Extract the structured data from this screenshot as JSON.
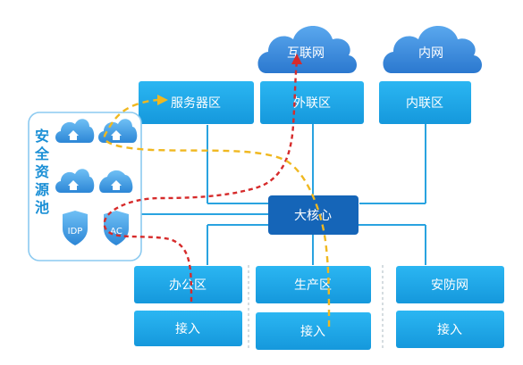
{
  "internet": "互联网",
  "intranet": "内网",
  "server_zone": "服务器区",
  "external_zone": "外联区",
  "internal_zone": "内联区",
  "core": "大核心",
  "office_zone": "办公区",
  "production_zone": "生产区",
  "security_zone": "安防网",
  "access_1": "接入",
  "access_2": "接入",
  "access_3": "接入",
  "pool_title": [
    "安",
    "全",
    "资",
    "源",
    "池"
  ],
  "idp_label": "IDP",
  "ac_label": "AC",
  "colors": {
    "box": "#1ba8e8",
    "core": "#1565b8",
    "cloud": "#3d8fe0",
    "line": "#29a3e0",
    "red_path": "#d62b2b",
    "yellow_path": "#f0b820",
    "pool_border": "#8ccaf0"
  }
}
